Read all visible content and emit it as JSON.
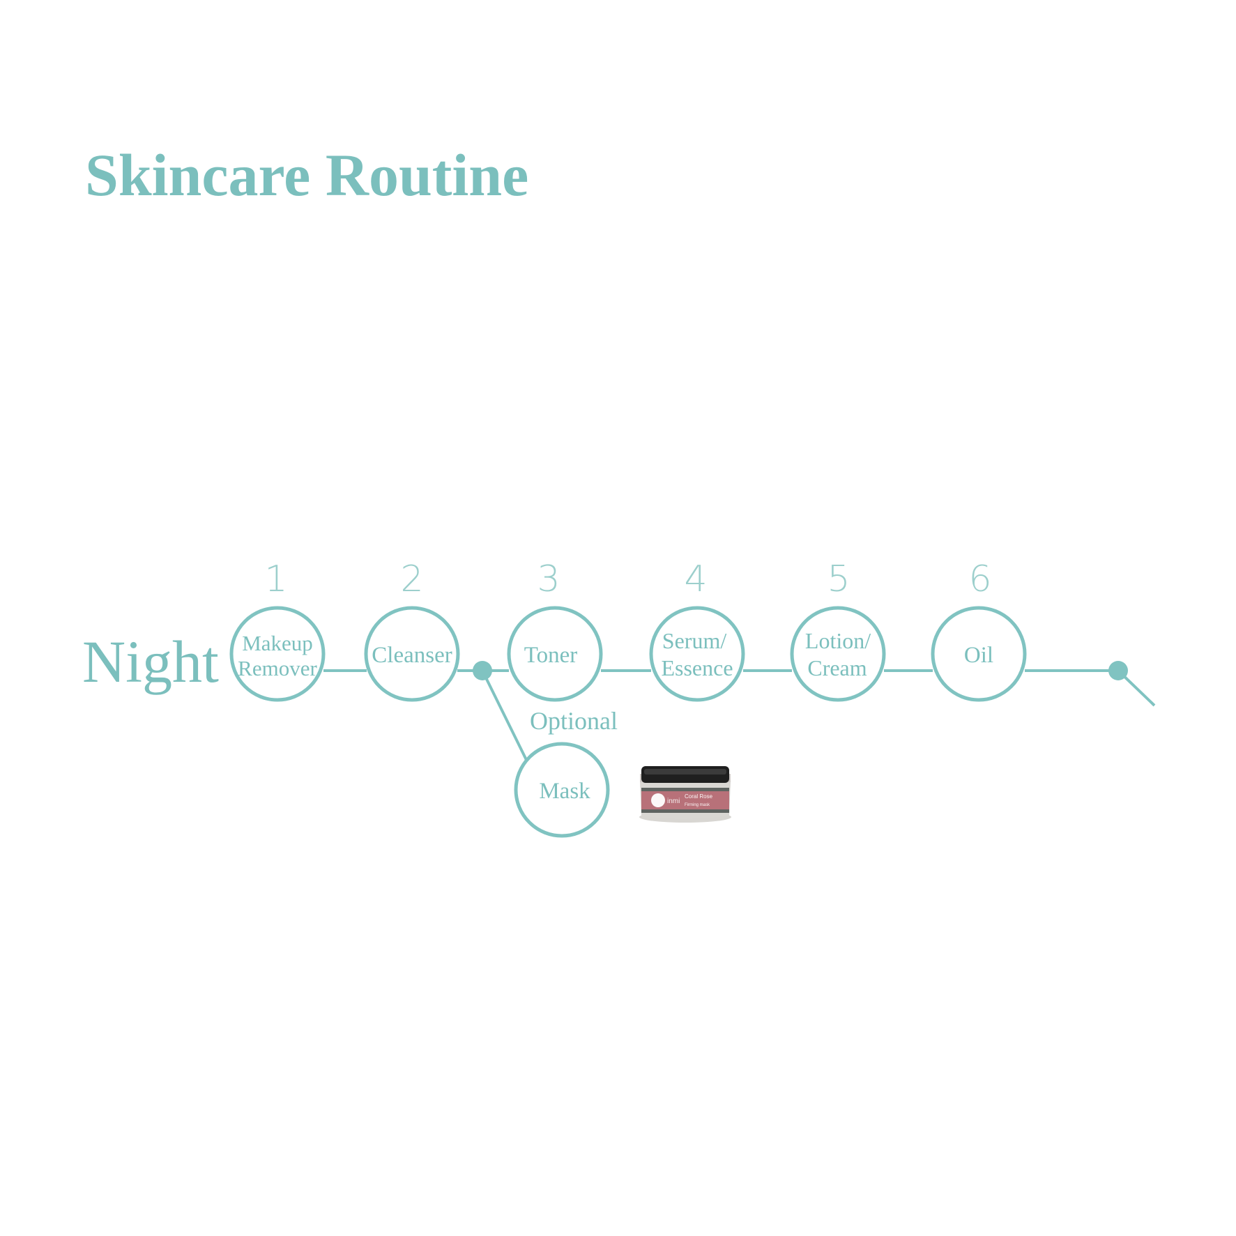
{
  "title": "Skincare Routine",
  "routine": {
    "label": "Night",
    "steps": [
      {
        "number": "1",
        "lines": [
          "Makeup",
          "Remover"
        ]
      },
      {
        "number": "2",
        "lines": [
          "Cleanser"
        ]
      },
      {
        "number": "3",
        "lines": [
          "Toner"
        ]
      },
      {
        "number": "4",
        "lines": [
          "Serum/",
          "Essence"
        ]
      },
      {
        "number": "5",
        "lines": [
          "Lotion/",
          "Cream"
        ]
      },
      {
        "number": "6",
        "lines": [
          "Oil"
        ]
      }
    ],
    "optional": {
      "label": "Optional",
      "step": "Mask"
    }
  },
  "product": {
    "brand": "inmi",
    "name": "Coral Rose",
    "subtitle": "Firming mask"
  },
  "colors": {
    "teal": "#80c3c1",
    "text_teal": "#7bbfbd",
    "number_teal": "#9ccfcc",
    "jar_label": "#b87179",
    "jar_lid": "#1f1f1f"
  }
}
